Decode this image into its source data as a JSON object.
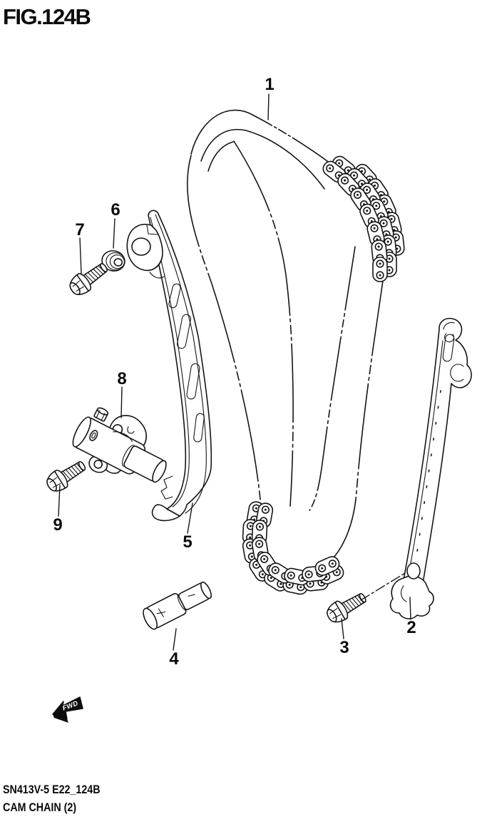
{
  "figure": {
    "title": "FIG.124B",
    "model_code": "SN413V-5 E22_124B",
    "caption": "CAM CHAIN (2)",
    "fwd_label": "FWD"
  },
  "diagram": {
    "parts": [
      {
        "number": "1"
      },
      {
        "number": "2"
      },
      {
        "number": "3"
      },
      {
        "number": "4"
      },
      {
        "number": "5"
      },
      {
        "number": "6"
      },
      {
        "number": "7"
      },
      {
        "number": "8"
      },
      {
        "number": "9"
      }
    ]
  },
  "colors": {
    "line": "#151515",
    "background": "#ffffff"
  }
}
